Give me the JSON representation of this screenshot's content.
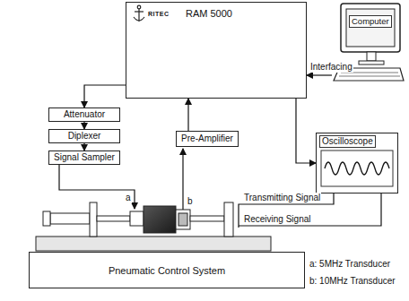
{
  "diagram": {
    "nodes": [
      {
        "text": [
          "RITEC",
          "RAM 5000"
        ]
      },
      {
        "text": [
          "Computer"
        ]
      },
      {
        "text": [
          "Attenuator"
        ]
      },
      {
        "text": [
          "Diplexer"
        ]
      },
      {
        "text": [
          "Signal Sampler"
        ]
      },
      {
        "text": [
          "Pre-Amplifier"
        ]
      },
      {
        "text": [
          "Oscilloscope"
        ]
      },
      {
        "text": [
          "Pneumatic Control System"
        ]
      }
    ],
    "edges": [
      {
        "from": 0,
        "to": 2,
        "arrow": "to"
      },
      {
        "from": 2,
        "to": 3,
        "arrow": "to"
      },
      {
        "from": 3,
        "to": 4,
        "arrow": "to"
      },
      {
        "from": 5,
        "to": 0,
        "arrow": "to"
      },
      {
        "from": 1,
        "to": 0,
        "label": "Interfacing",
        "arrow": "to"
      },
      {
        "from": 0,
        "to": 6,
        "arrow": "to"
      }
    ],
    "labels": [
      "a",
      "b",
      "Transmitting Signal",
      "Receiving Signal",
      "a: 5MHz Transducer",
      "b: 10MHz Transducer"
    ]
  }
}
